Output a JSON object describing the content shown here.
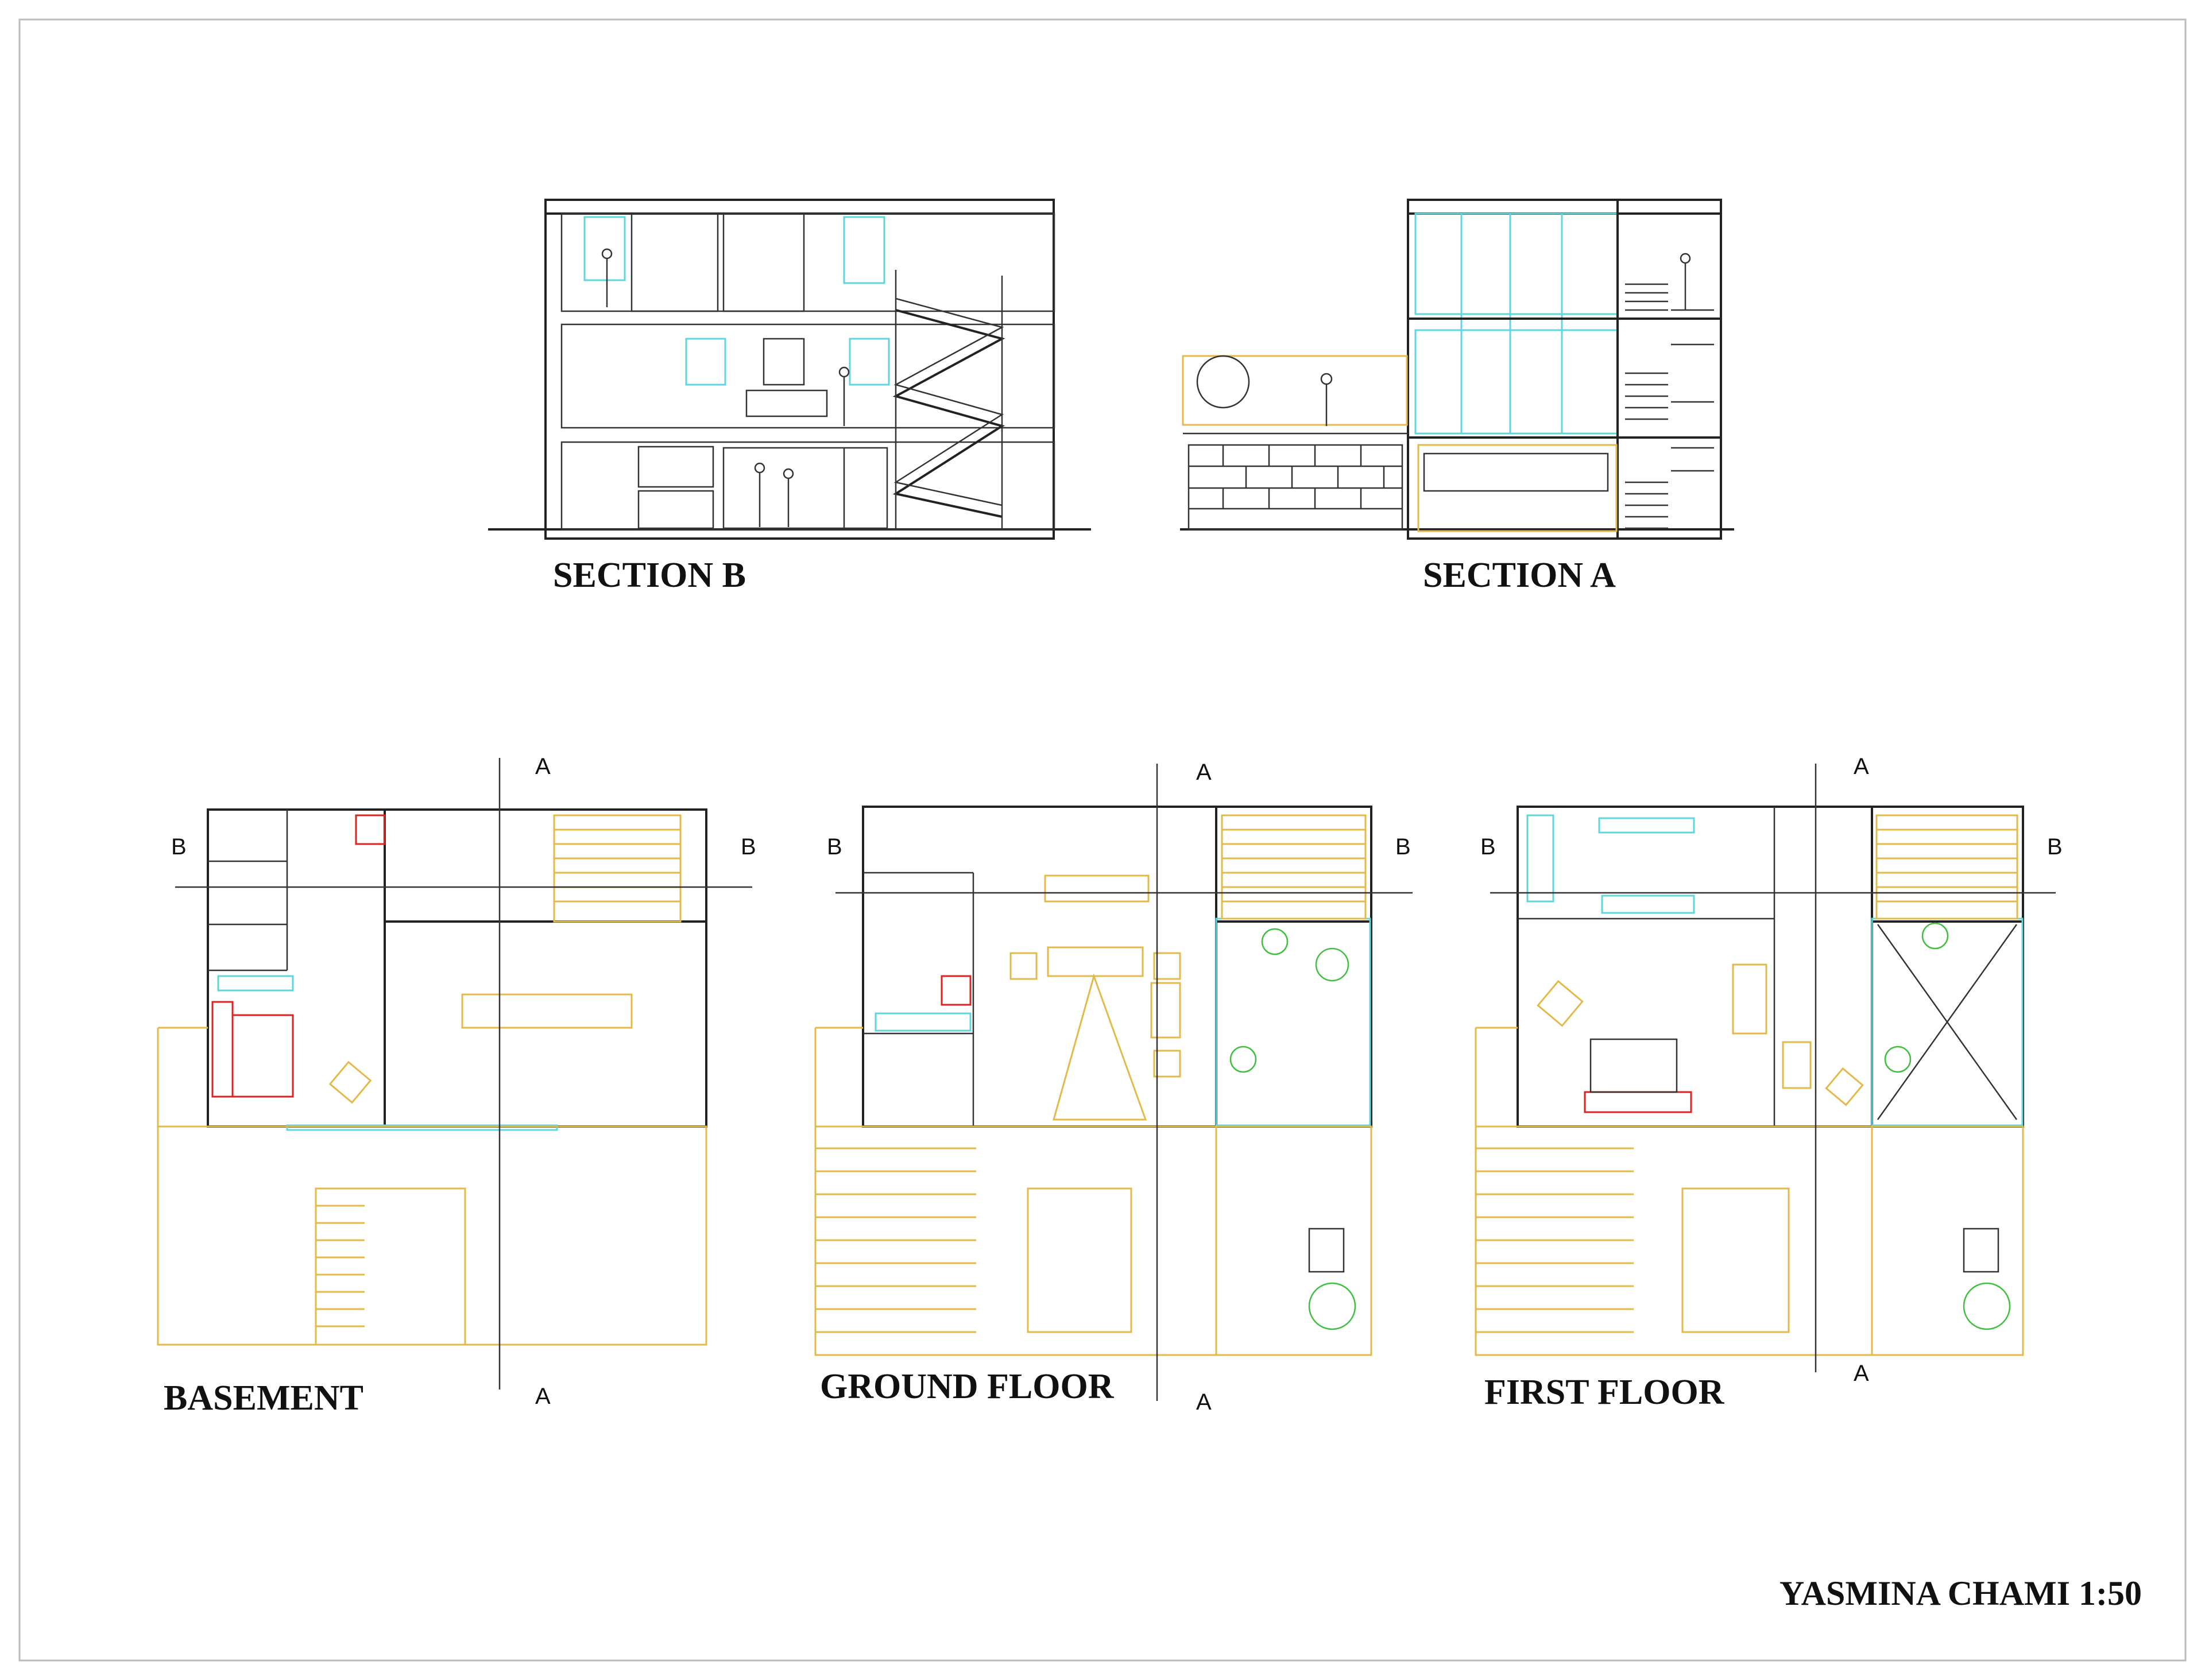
{
  "sheet": {
    "sections": [
      {
        "label": "SECTION B"
      },
      {
        "label": "SECTION A"
      }
    ],
    "plans": [
      {
        "label": "BASEMENT"
      },
      {
        "label": "GROUND FLOOR"
      },
      {
        "label": "FIRST FLOOR"
      }
    ],
    "cut_markers": {
      "a": "A",
      "b": "B"
    },
    "signature": "YASMINA CHAMI 1:50"
  },
  "colors": {
    "wall": "#222222",
    "furniture": "#e3b94a",
    "glazing": "#5fd6dc",
    "accent": "#dd2222",
    "planting": "#3fbf3f"
  }
}
